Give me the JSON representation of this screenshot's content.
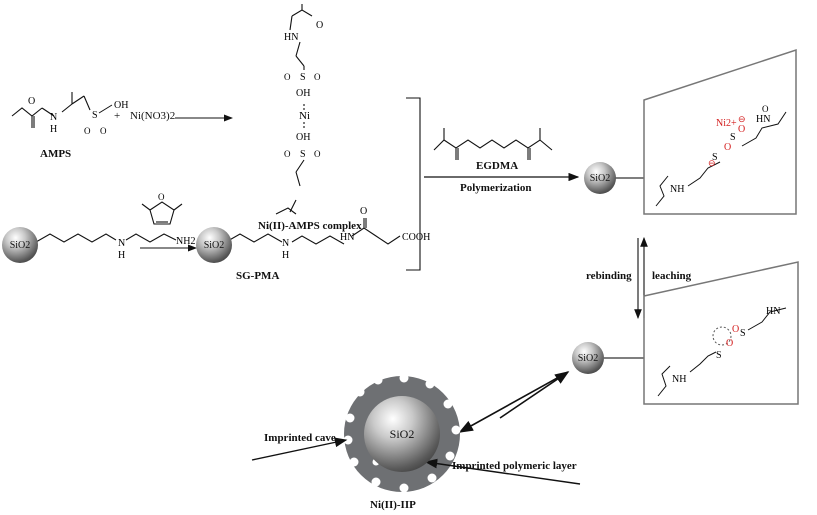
{
  "reagents": {
    "amps": {
      "label": "AMPS",
      "acid": "OH"
    },
    "nickel_salt": "Ni(NO3)2",
    "plus": "+",
    "complex": {
      "label": "Ni(II)-AMPS complex",
      "metal": "Ni",
      "atoms": {
        "S": "S",
        "O": "O",
        "OH": "OH",
        "H": "H",
        "N": "N"
      }
    },
    "sg_pma": {
      "label": "SG-PMA",
      "amine": "NH2",
      "acid": "COOH",
      "nh": "HN",
      "h": "H",
      "n": "N"
    },
    "silica": "SiO2"
  },
  "steps": {
    "crosslinker": "EGDMA",
    "polymerization": "Polymerization",
    "rebinding": "rebinding",
    "leaching": "leaching"
  },
  "imprinted_site": {
    "ion": "Ni2+",
    "charge": "⊖",
    "nh": "HN",
    "nh2": "NH",
    "atoms": {
      "S": "S",
      "O": "O"
    }
  },
  "particle": {
    "label": "Ni(II)-IIP",
    "core": "SiO2",
    "cave_label": "Imprinted cave",
    "layer_label": "Imprinted polymeric layer"
  },
  "colors": {
    "ink": "#111111",
    "ion": "#d42020",
    "shell": "#6e7073",
    "frame": "#777777"
  }
}
